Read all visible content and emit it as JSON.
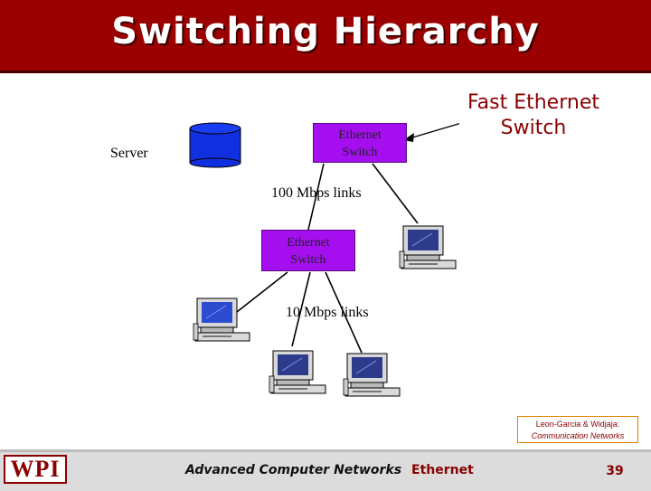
{
  "title": "Switching Hierarchy",
  "diagram": {
    "top_switch": {
      "line1": "Ethernet",
      "line2": "Switch"
    },
    "mid_switch": {
      "line1": "Ethernet",
      "line2": "Switch"
    },
    "server_label": "Server",
    "link_label_fast": "100 Mbps links",
    "link_label_slow": "10 Mbps links",
    "callout": {
      "line1": "Fast Ethernet",
      "line2": "Switch"
    }
  },
  "citation": {
    "line1": "Leon-Garcia & Widjaja:",
    "line2": "Communication Networks"
  },
  "footer": {
    "logo": "WPI",
    "course": "Advanced Computer Networks",
    "topic": "Ethernet",
    "page": "39"
  },
  "colors": {
    "header": "#9b0000",
    "switch_fill": "#a50ff0",
    "server_fill": "#1030e0",
    "accent": "#8a0000"
  }
}
